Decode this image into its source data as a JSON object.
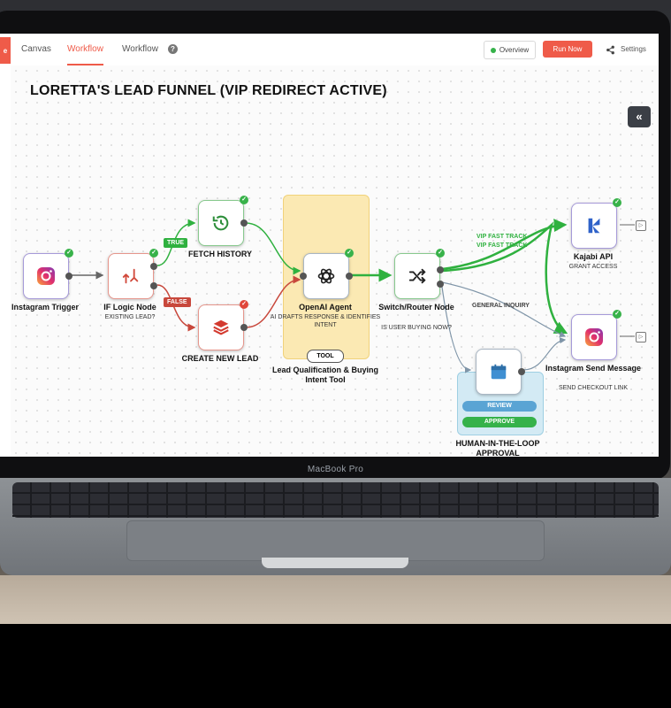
{
  "app": {
    "logo_text": "e",
    "tabs": [
      {
        "label": "Canvas"
      },
      {
        "label": "Workflow"
      },
      {
        "label": "Workflow"
      }
    ],
    "help_icon": "help-circle-icon",
    "overview_label": "Overview",
    "run_label": "Run Now",
    "settings_label": "Settings",
    "share_icon": "share-icon",
    "accent_color": "#ef5b49"
  },
  "canvas": {
    "title": "LORETTA'S LEAD FUNNEL (VIP REDIRECT ACTIVE)",
    "collapse_label": "«",
    "nodes": {
      "instagram_trigger": {
        "label": "Instagram Trigger",
        "icon": "instagram-icon"
      },
      "if_logic": {
        "label": "IF Logic Node",
        "sub": "EXISTING LEAD?",
        "icon": "branch-icon"
      },
      "fetch_history": {
        "label": "FETCH HISTORY",
        "icon": "history-icon"
      },
      "create_lead": {
        "label": "CREATE NEW LEAD",
        "icon": "database-icon"
      },
      "openai_agent": {
        "label": "OpenAI Agent",
        "sub": "AI DRAFTS RESPONSE & IDENTIFIES INTENT",
        "icon": "openai-icon",
        "tool_badge": "TOOL",
        "tool_label": "Lead Qualification & Buying Intent Tool"
      },
      "switch_router": {
        "label": "Switch/Router Node",
        "sub": "IS USER BUYING NOW?",
        "icon": "shuffle-icon"
      },
      "human_loop": {
        "label": "HUMAN-IN-THE-LOOP APPROVAL",
        "icon": "calendar-icon",
        "review_label": "REVIEW",
        "approve_label": "APPROVE"
      },
      "kajabi": {
        "label": "Kajabi API",
        "sub": "GRANT ACCESS",
        "icon": "kajabi-icon"
      },
      "instagram_send": {
        "label": "Instagram Send Message",
        "sub": "SEND CHECKOUT LINK",
        "icon": "instagram-icon"
      }
    },
    "edge_labels": {
      "true": "TRUE",
      "false": "FALSE",
      "vip1": "VIP FAST TRACK",
      "vip2": "VIP FAST TRACK",
      "general": "GENERAL INQUIRY"
    }
  },
  "device": {
    "label": "MacBook Pro"
  }
}
